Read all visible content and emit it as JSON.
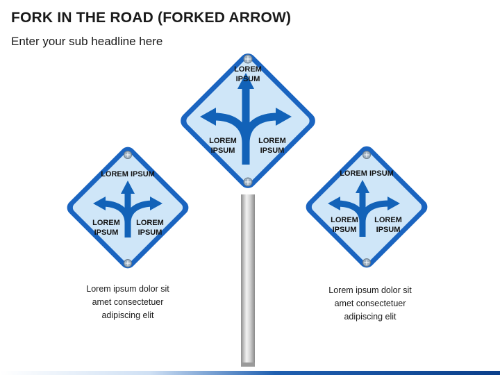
{
  "title": "FORK IN THE ROAD (FORKED ARROW)",
  "subtitle": "Enter your sub headline here",
  "colors": {
    "sign_fill": "#cfe6f8",
    "sign_border": "#1a64c0",
    "arrow": "#1262b8",
    "pole": "#c8c8c8"
  },
  "signs": {
    "center": {
      "top_line1": "LOREM",
      "top_line2": "IPSUM",
      "left_line1": "LOREM",
      "left_line2": "IPSUM",
      "right_line1": "LOREM",
      "right_line2": "IPSUM"
    },
    "left": {
      "top": "LOREM IPSUM",
      "left_line1": "LOREM",
      "left_line2": "IPSUM",
      "right_line1": "LOREM",
      "right_line2": "IPSUM",
      "caption_line1": "Lorem ipsum dolor sit",
      "caption_line2": "amet consectetuer",
      "caption_line3": "adipiscing elit"
    },
    "right": {
      "top": "LOREM IPSUM",
      "left_line1": "LOREM",
      "left_line2": "IPSUM",
      "right_line1": "LOREM",
      "right_line2": "IPSUM",
      "caption_line1": "Lorem ipsum dolor sit",
      "caption_line2": "amet consectetuer",
      "caption_line3": "adipiscing elit"
    }
  }
}
